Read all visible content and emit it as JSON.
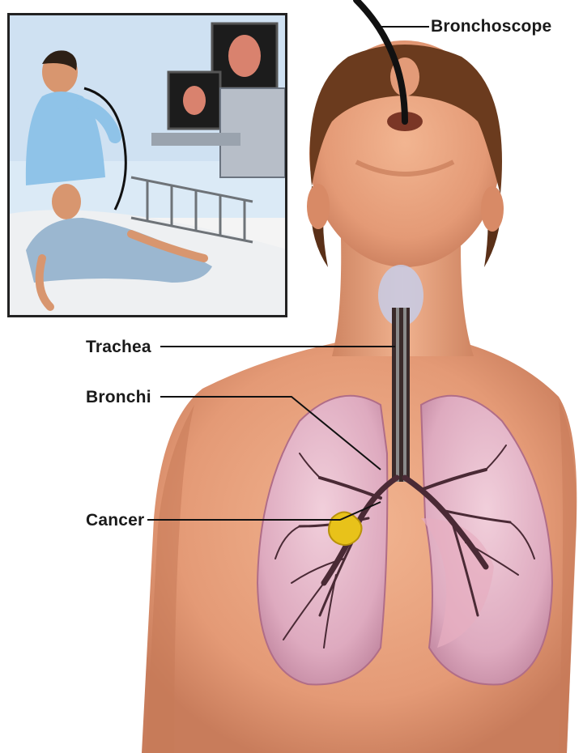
{
  "labels": {
    "bronchoscope": "Bronchoscope",
    "trachea": "Trachea",
    "bronchi": "Bronchi",
    "cancer": "Cancer"
  },
  "colors": {
    "skin": "#e9a27e",
    "skin_shadow": "#c97a58",
    "hair": "#6b3b1e",
    "lung": "#e3b6c6",
    "lung_edge": "#b06d88",
    "airway": "#3a2a2a",
    "tumor": "#e8c21a",
    "leader_line": "#111111",
    "inset_bg": "#dbeaf6",
    "scrubs": "#8fc3e8"
  }
}
